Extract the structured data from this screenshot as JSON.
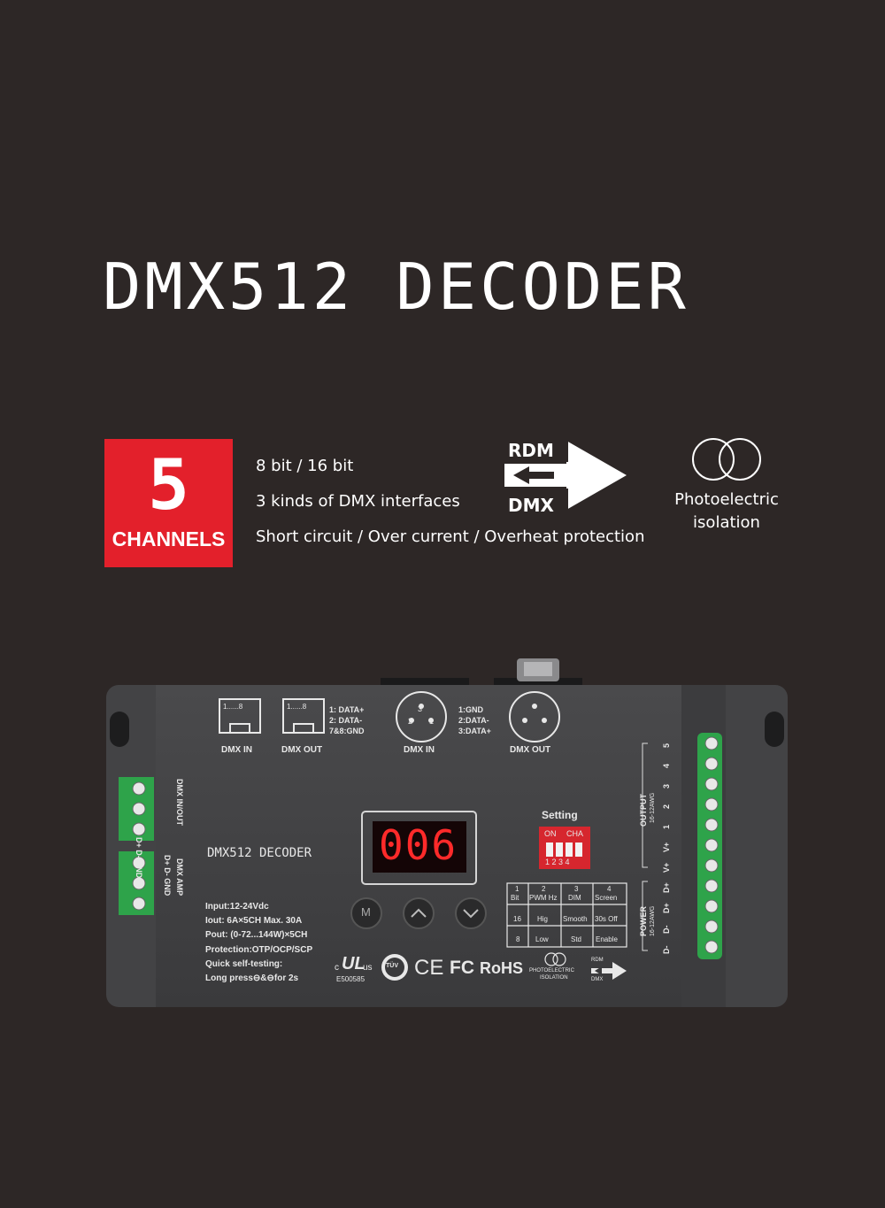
{
  "title": "DMX512 DECODER",
  "badge": {
    "number": "5",
    "label": "CHANNELS"
  },
  "features": [
    "8 bit / 16 bit",
    "3 kinds of DMX interfaces",
    "Short circuit / Over current / Overheat protection"
  ],
  "rdm_logo": {
    "top": "RDM",
    "bottom": "DMX"
  },
  "isolation": {
    "line1": "Photoelectric",
    "line2": "isolation"
  },
  "device": {
    "ports": {
      "rj_in_label": "DMX IN",
      "rj_out_label": "DMX OUT",
      "rj_pin": "1......8",
      "rj_pins": [
        "1: DATA+",
        "2: DATA-",
        "7&8:GND"
      ],
      "xlr_in_label": "DMX IN",
      "xlr_out_label": "DMX OUT",
      "xlr_pins": [
        "1:GND",
        "2:DATA-",
        "3:DATA+"
      ],
      "xlr_numbers": [
        "3",
        "2",
        "1"
      ]
    },
    "left_terminals": {
      "top": "DMX IN/OUT",
      "top_pins": "D+ D- GND",
      "bottom": "DMX AMP",
      "bottom_pins": "D+ D- GND"
    },
    "brand": "DMX512 DECODER",
    "display": "006",
    "buttons": [
      "M",
      "up",
      "down"
    ],
    "setting_label": "Setting",
    "dip_on": "ON",
    "dip_cha": "CHA",
    "dip_numbers": "1 2 3 4",
    "table": {
      "headers": [
        [
          "1",
          "Bit"
        ],
        [
          "2",
          "PWM Hz"
        ],
        [
          "3",
          "DIM"
        ],
        [
          "4",
          "Screen"
        ]
      ],
      "row_up": [
        "16",
        "Hig",
        "Smooth",
        "30s Off"
      ],
      "row_down": [
        "8",
        "Low",
        "Std",
        "Enable"
      ]
    },
    "specs": [
      "Input:12-24Vdc",
      "Iout:  6A×5CH   Max. 30A",
      "Pout: (0-72...144W)×5CH",
      "Protection:OTP/OCP/SCP",
      "Quick self-testing:",
      "Long press⊖&⊖for 2s"
    ],
    "certs": {
      "ul_c": "c",
      "ul_us": "us",
      "ul_num": "E500585",
      "tuv": "TÜV",
      "ce": "CE",
      "fc": "FC",
      "rohs": "RoHS",
      "iso_1": "PHOTOELECTRIC",
      "iso_2": "ISOLATION",
      "rdm": "RDM",
      "dmx": "DMX"
    },
    "right_terminals": {
      "output_label": "OUTPUT",
      "output_awg": "16-12AWG",
      "output_pins": [
        "5",
        "4",
        "3",
        "2",
        "1",
        "V+",
        "V+"
      ],
      "power_label": "POWER",
      "power_awg": "16-12AWG",
      "power_pins": [
        "D+",
        "D+",
        "D-",
        "D-"
      ]
    }
  }
}
